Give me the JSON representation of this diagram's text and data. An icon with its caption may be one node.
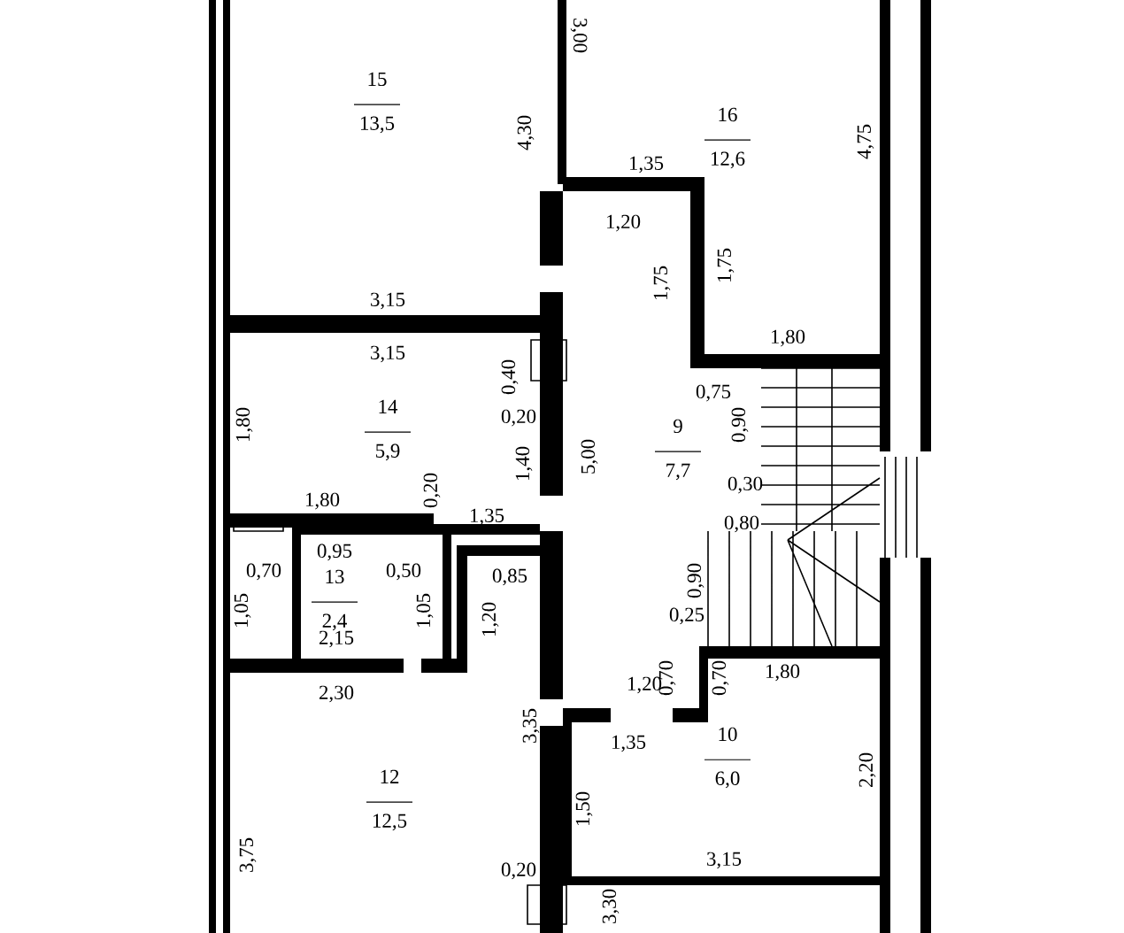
{
  "diagram": {
    "nodes": [
      {
        "text": [
          "15",
          "13,5"
        ]
      },
      {
        "text": [
          "16",
          "12,6"
        ]
      },
      {
        "text": [
          "14",
          "5,9"
        ]
      },
      {
        "text": [
          "9",
          "7,7"
        ]
      },
      {
        "text": [
          "13",
          "2,4"
        ]
      },
      {
        "text": [
          "10",
          "6,0"
        ]
      },
      {
        "text": [
          "12",
          "12,5"
        ]
      }
    ],
    "labels": [
      "3,00",
      "4,30",
      "4,75",
      "1,35",
      "1,20",
      "1,75",
      "1,75",
      "3,15",
      "1,80",
      "3,15",
      "0,40",
      "0,75",
      "0,20",
      "1,80",
      "0,90",
      "1,40",
      "5,00",
      "0,30",
      "1,80",
      "0,20",
      "1,35",
      "0,80",
      "0,95",
      "0,70",
      "0,50",
      "0,85",
      "0,90",
      "1,05",
      "1,05",
      "1,20",
      "0,25",
      "2,15",
      "0,70",
      "0,70",
      "1,80",
      "2,30",
      "1,20",
      "1,35",
      "3,35",
      "2,20",
      "1,50",
      "3,15",
      "0,20",
      "3,75",
      "3,30"
    ]
  }
}
